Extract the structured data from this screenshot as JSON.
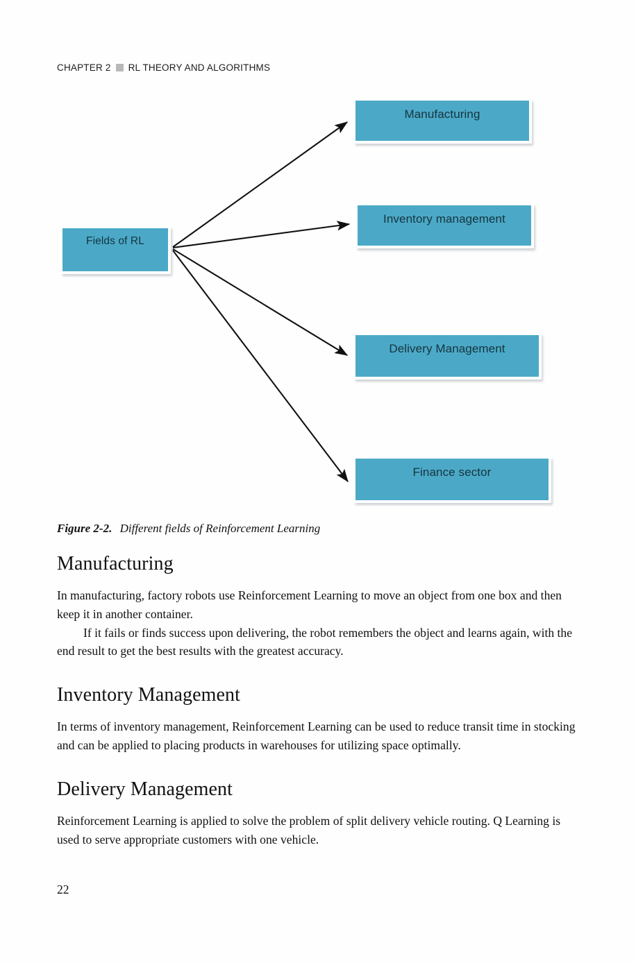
{
  "page": {
    "running_head": {
      "chapter": "CHAPTER 2",
      "separator_icon": "gray-square-separator",
      "title": "RL THEORY AND ALGORITHMS"
    },
    "folio": "22"
  },
  "figure": {
    "caption_number": "Figure 2-2.",
    "caption_text": "Different fields of Reinforcement Learning",
    "colors": {
      "node_fill": "#4ba9c7",
      "node_border": "#ffffff",
      "node_text": "#16343f",
      "arrow": "#1a1a1a",
      "shadow": "#c9d2d8"
    },
    "diagram": {
      "type": "node-link",
      "root": {
        "id": "root",
        "label": "Fields of RL"
      },
      "branches": [
        {
          "id": "manufacturing",
          "label": "Manufacturing"
        },
        {
          "id": "inventory",
          "label": "Inventory management"
        },
        {
          "id": "delivery",
          "label": "Delivery Management"
        },
        {
          "id": "finance",
          "label": "Finance sector"
        }
      ],
      "edges": [
        {
          "from": "root",
          "to": "manufacturing",
          "arrow": "single"
        },
        {
          "from": "root",
          "to": "inventory",
          "arrow": "single"
        },
        {
          "from": "root",
          "to": "delivery",
          "arrow": "single"
        },
        {
          "from": "root",
          "to": "finance",
          "arrow": "single"
        }
      ]
    }
  },
  "sections": [
    {
      "heading": "Manufacturing",
      "paragraphs": [
        {
          "indent": false,
          "text": "In manufacturing, factory robots use Reinforcement Learning to move an object from one box and then keep it in another container."
        },
        {
          "indent": true,
          "text": "If it fails or finds success upon delivering, the robot remembers the object and learns again, with the end result to get the best results with the greatest accuracy."
        }
      ]
    },
    {
      "heading": "Inventory Management",
      "paragraphs": [
        {
          "indent": false,
          "text": "In terms of inventory management, Reinforcement Learning can be used to reduce transit time in stocking and can be applied to placing products in warehouses for utilizing space optimally."
        }
      ]
    },
    {
      "heading": "Delivery Management",
      "paragraphs": [
        {
          "indent": false,
          "text": "Reinforcement Learning is applied to solve the problem of split delivery vehicle routing. Q Learning is used to serve appropriate customers with one vehicle."
        }
      ]
    }
  ]
}
